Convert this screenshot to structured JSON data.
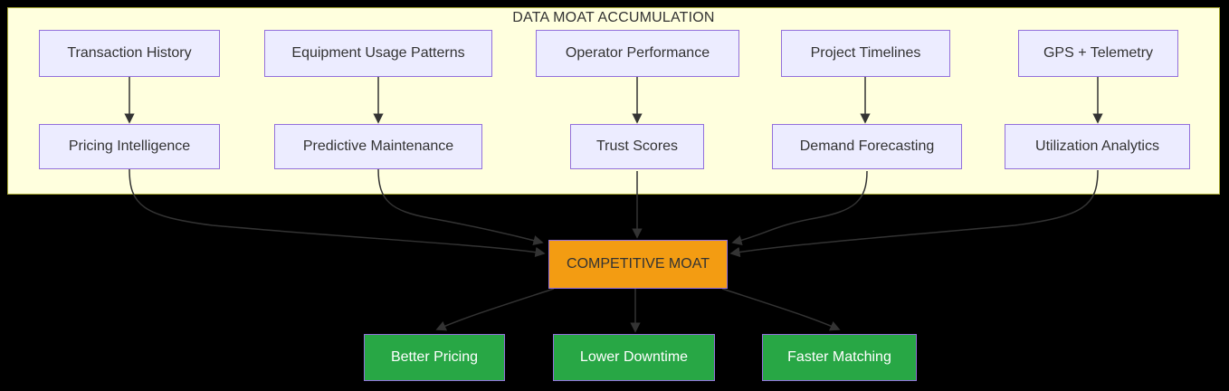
{
  "diagram": {
    "cluster_title": "DATA MOAT ACCUMULATION",
    "sources": [
      {
        "label": "Transaction History"
      },
      {
        "label": "Equipment Usage Patterns"
      },
      {
        "label": "Operator Performance"
      },
      {
        "label": "Project Timelines"
      },
      {
        "label": "GPS + Telemetry"
      }
    ],
    "capabilities": [
      {
        "label": "Pricing Intelligence"
      },
      {
        "label": "Predictive Maintenance"
      },
      {
        "label": "Trust Scores"
      },
      {
        "label": "Demand Forecasting"
      },
      {
        "label": "Utilization Analytics"
      }
    ],
    "moat": {
      "label": "COMPETITIVE MOAT"
    },
    "outcomes": [
      {
        "label": "Better Pricing"
      },
      {
        "label": "Lower Downtime"
      },
      {
        "label": "Faster Matching"
      }
    ],
    "edges": [
      {
        "from": "Transaction History",
        "to": "Pricing Intelligence"
      },
      {
        "from": "Equipment Usage Patterns",
        "to": "Predictive Maintenance"
      },
      {
        "from": "Operator Performance",
        "to": "Trust Scores"
      },
      {
        "from": "Project Timelines",
        "to": "Demand Forecasting"
      },
      {
        "from": "GPS + Telemetry",
        "to": "Utilization Analytics"
      },
      {
        "from": "Pricing Intelligence",
        "to": "COMPETITIVE MOAT"
      },
      {
        "from": "Predictive Maintenance",
        "to": "COMPETITIVE MOAT"
      },
      {
        "from": "Trust Scores",
        "to": "COMPETITIVE MOAT"
      },
      {
        "from": "Demand Forecasting",
        "to": "COMPETITIVE MOAT"
      },
      {
        "from": "Utilization Analytics",
        "to": "COMPETITIVE MOAT"
      },
      {
        "from": "COMPETITIVE MOAT",
        "to": "Better Pricing"
      },
      {
        "from": "COMPETITIVE MOAT",
        "to": "Lower Downtime"
      },
      {
        "from": "COMPETITIVE MOAT",
        "to": "Faster Matching"
      }
    ],
    "colors": {
      "background": "#000000",
      "cluster_fill": "#FFFFDE",
      "cluster_border": "#AAAA33",
      "node_fill": "#ECECFF",
      "node_border": "#9370DB",
      "moat_fill": "#F39C12",
      "outcome_fill": "#28A745",
      "edge": "#333333",
      "text": "#333333",
      "outcome_text": "#FFFFFF"
    }
  }
}
